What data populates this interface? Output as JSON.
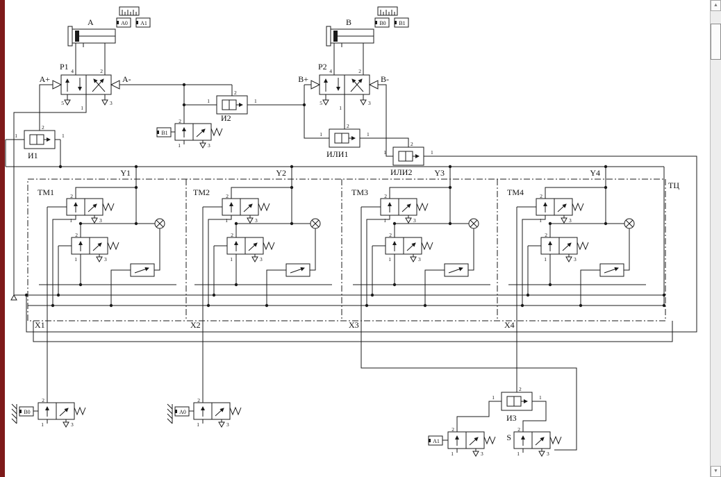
{
  "chrome": {
    "scroll_up": "▲",
    "scroll_down": "▼"
  },
  "labels": {
    "cyl_a": "A",
    "cyl_b": "B",
    "p1": "P1",
    "p2": "P2",
    "a_plus": "A+",
    "a_minus": "A-",
    "b_plus": "B+",
    "b_minus": "B-",
    "i1": "И1",
    "i2": "И2",
    "i3": "И3",
    "or1": "ИЛИ1",
    "or2": "ИЛИ2",
    "tm1": "TM1",
    "tm2": "TM2",
    "tm3": "TM3",
    "tm4": "TM4",
    "y1": "Y1",
    "y2": "Y2",
    "y3": "Y3",
    "y4": "Y4",
    "x1": "X1",
    "x2": "X2",
    "x3": "X3",
    "x4": "X4",
    "tc": "ТЦ",
    "s": "S"
  },
  "sensors": {
    "a0": "A0",
    "a1": "A1",
    "b0": "B0",
    "b1": "B1"
  },
  "ports": {
    "n1": "1",
    "n2": "2",
    "n3": "3",
    "n4": "4",
    "n5": "5"
  }
}
